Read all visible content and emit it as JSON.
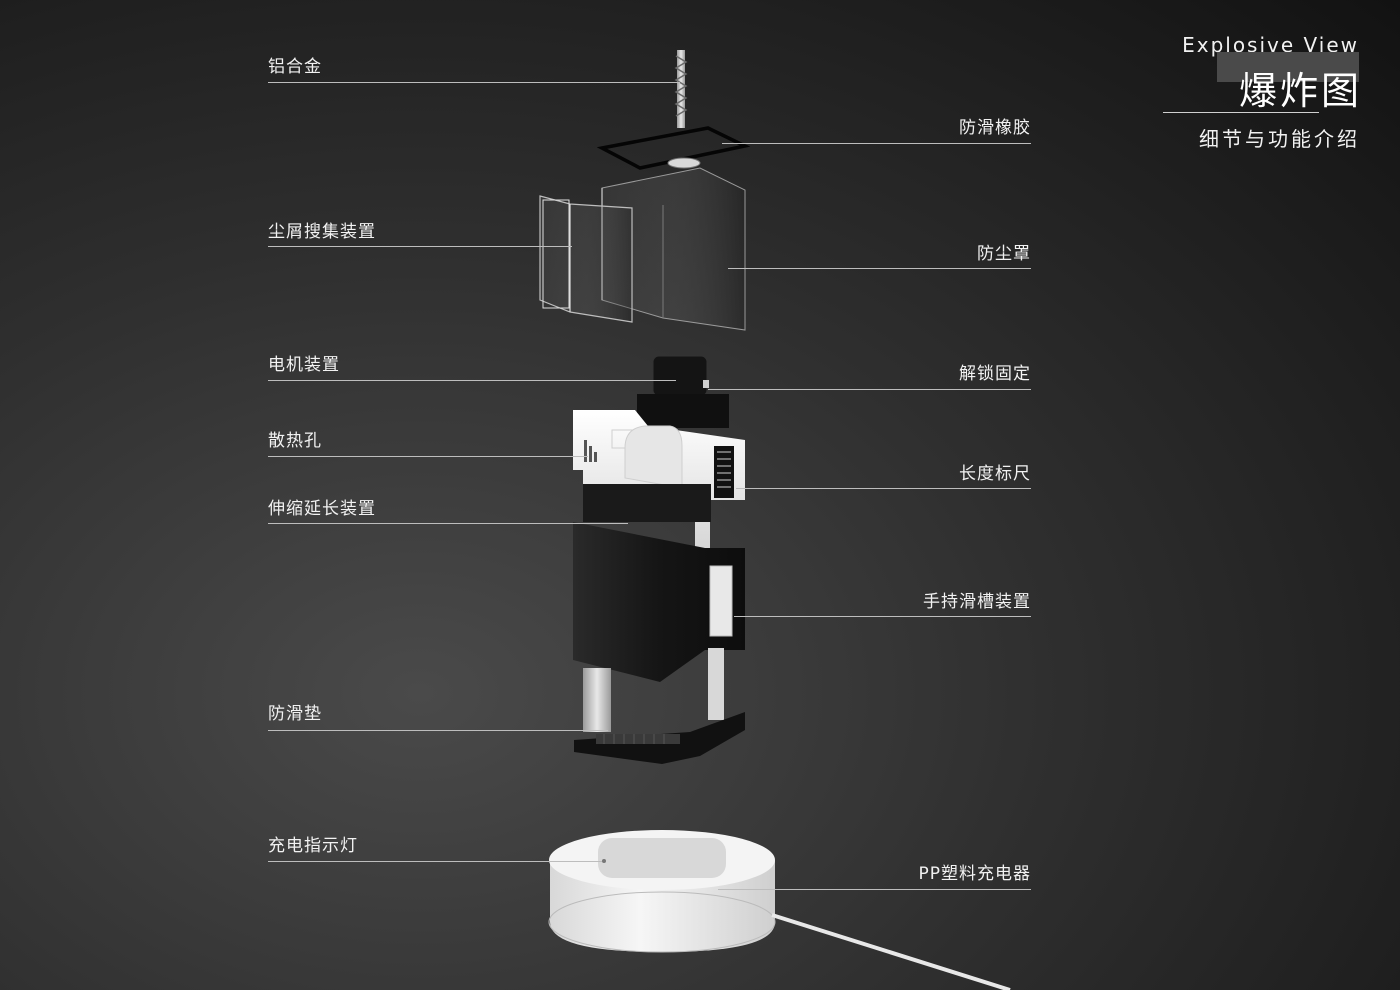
{
  "header": {
    "title_en": "Explosive View",
    "title_zh": "爆炸图",
    "subtitle": "细节与功能介绍"
  },
  "labels_left": [
    "铝合金",
    "尘屑搜集装置",
    "电机装置",
    "散热孔",
    "伸缩延长装置",
    "防滑垫",
    "充电指示灯"
  ],
  "labels_right": [
    "防滑橡胶",
    "防尘罩",
    "解锁固定",
    "长度标尺",
    "手持滑槽装置",
    "PP塑料充电器"
  ],
  "colors": {
    "background_center": "#4a4a4a",
    "background_edge": "#121212",
    "device_black": "#1a1a1a",
    "device_white": "#f0f0f0",
    "leader_line": "#bdbdbd"
  }
}
